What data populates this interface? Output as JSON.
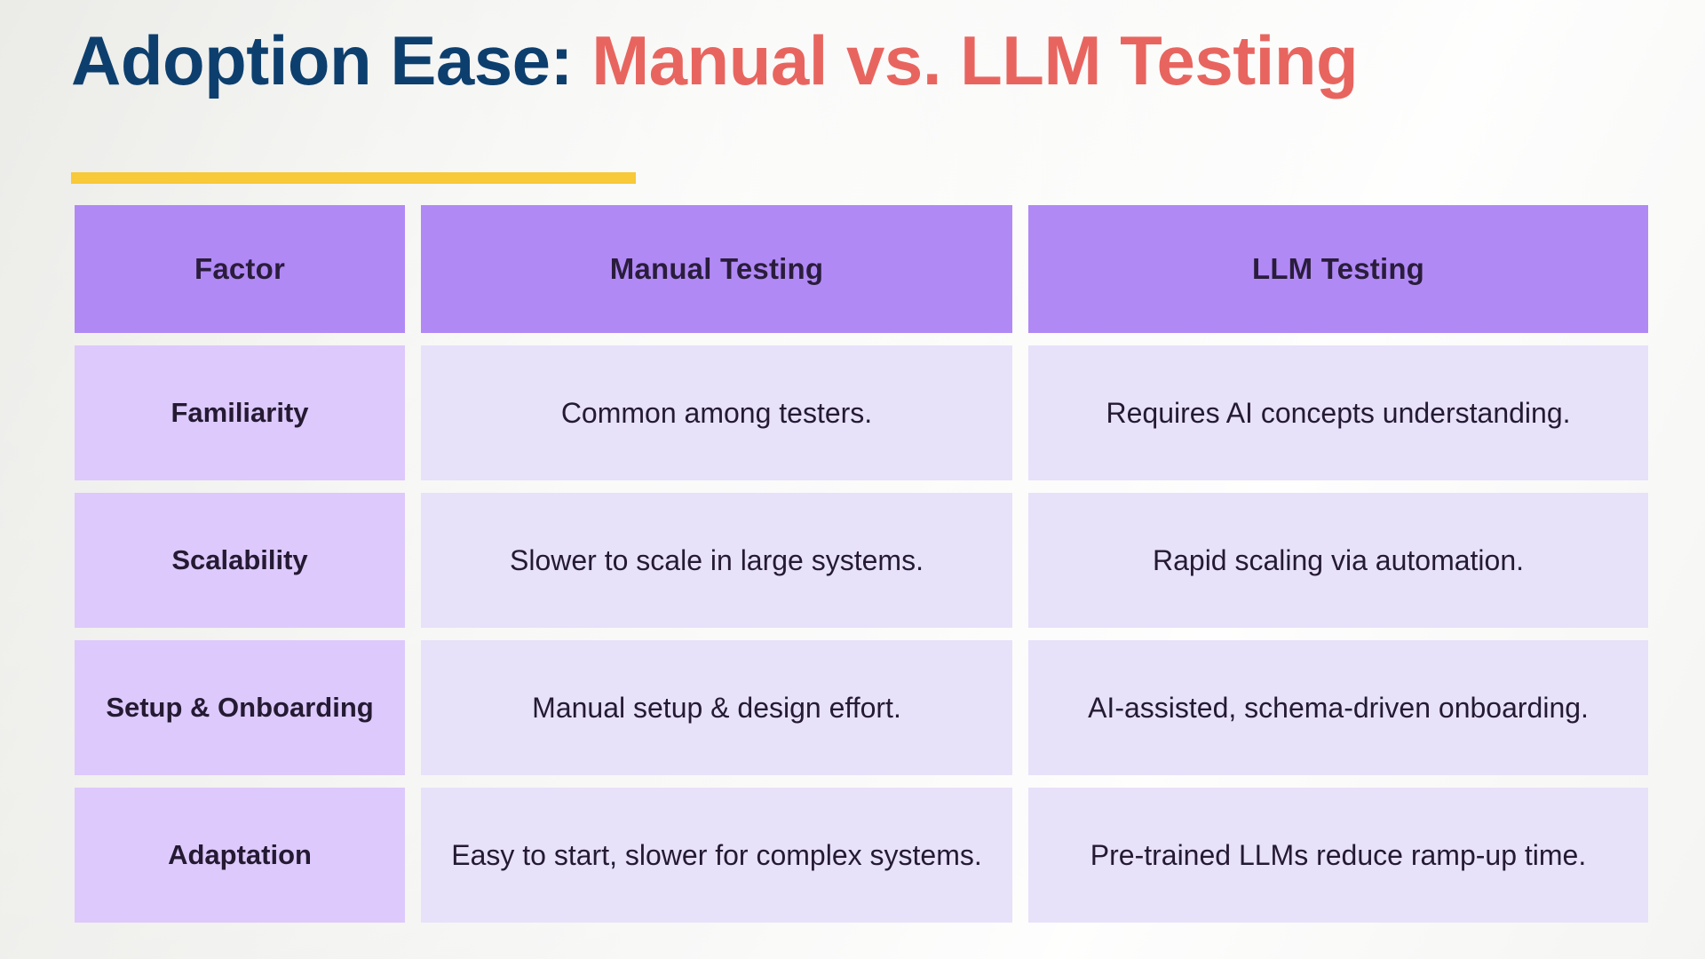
{
  "slide": {
    "title": {
      "segment_primary": "Adoption Ease: ",
      "segment_accent": "Manual vs. LLM Testing",
      "primary_color": "#0d3f6e",
      "accent_color": "#e8655f"
    },
    "accent_rule_color": "#f8c938",
    "background_color": "#f7f7f6"
  },
  "table": {
    "header_bg": "#b189f5",
    "factor_bg": "#ddc9fb",
    "body_bg": "#e8e1fa",
    "text_color": "#241a33",
    "columns": [
      "Factor",
      "Manual Testing",
      "LLM Testing"
    ],
    "rows": [
      {
        "factor": "Familiarity",
        "manual": "Common among testers.",
        "llm": "Requires AI concepts understanding."
      },
      {
        "factor": "Scalability",
        "manual": "Slower to scale in large systems.",
        "llm": "Rapid scaling via automation."
      },
      {
        "factor": "Setup & Onboarding",
        "manual": "Manual setup & design effort.",
        "llm": "AI-assisted, schema-driven onboarding."
      },
      {
        "factor": "Adaptation",
        "manual": "Easy to start, slower for complex systems.",
        "llm": "Pre-trained LLMs reduce ramp-up time."
      }
    ]
  }
}
